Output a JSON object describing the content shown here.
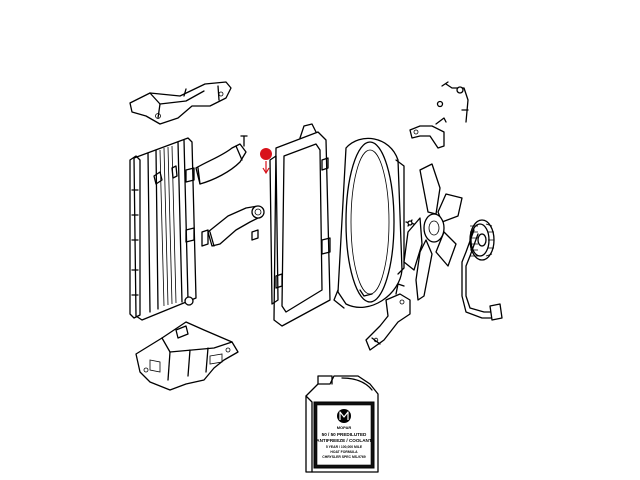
{
  "label": {
    "brand": "MOPAR",
    "line1": "50 / 50 PREDILUTED",
    "line2": "ANTIFREEZE / COOLANT",
    "line3": "5 YEAR / 100,000 MILE",
    "line4": "HOAT FORMULA",
    "line5": "CHRYSLER SPEC MS-9769"
  },
  "colors": {
    "callout": "#d8121a",
    "line": "#000000",
    "background": "#ffffff"
  },
  "icons": {
    "callout_marker": "red-dot-with-down-arrow",
    "brand_logo": "mopar-m-logo"
  }
}
